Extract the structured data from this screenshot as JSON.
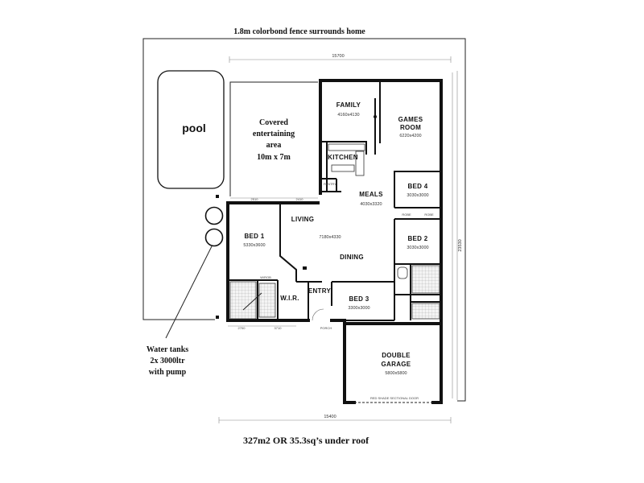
{
  "fence_note": "1.8m colorbond fence surrounds home",
  "pool_label": "pool",
  "entertaining": {
    "line1": "Covered",
    "line2": "entertaining",
    "line3": "area",
    "line4": "10m x 7m"
  },
  "rooms": {
    "family": {
      "name": "FAMILY",
      "size": "4160x4130"
    },
    "games": {
      "name1": "GAMES",
      "name2": "ROOM",
      "size": "6220x4200"
    },
    "kitchen": {
      "name": "KITCHEN"
    },
    "meals": {
      "name": "MEALS",
      "size": "4030x3320"
    },
    "bed4": {
      "name": "BED 4",
      "size": "3030x3000"
    },
    "bed2": {
      "name": "BED 2",
      "size": "3030x3000"
    },
    "bed1": {
      "name": "BED 1",
      "size": "5330x3600"
    },
    "living": {
      "name": "LIVING",
      "size": "7180x4330"
    },
    "dining": {
      "name": "DINING"
    },
    "wir": {
      "name": "W.I.R."
    },
    "entry": {
      "name": "ENTRY"
    },
    "bed3": {
      "name": "BED 3",
      "size": "3300x3000"
    },
    "garage": {
      "name1": "DOUBLE",
      "name2": "GARAGE",
      "size": "5800x5800",
      "door": "RED SHADE SECTIONAL DOOR"
    }
  },
  "small_labels": {
    "robe_a": "ROBE",
    "robe_b": "ROBE",
    "pantry": "PANTRY",
    "porch": "PORCH",
    "wir_small": "W/ROB"
  },
  "dimensions": {
    "top": "15700",
    "bottom": "15400",
    "right": "23530",
    "d_2510": "2510",
    "d_2410": "2410",
    "d_2700": "2700",
    "d_3710": "3710"
  },
  "water_tanks": {
    "line1": "Water tanks",
    "line2": "2x 3000ltr",
    "line3": "with pump"
  },
  "footer": "327m2 OR 35.3sq’s under roof"
}
